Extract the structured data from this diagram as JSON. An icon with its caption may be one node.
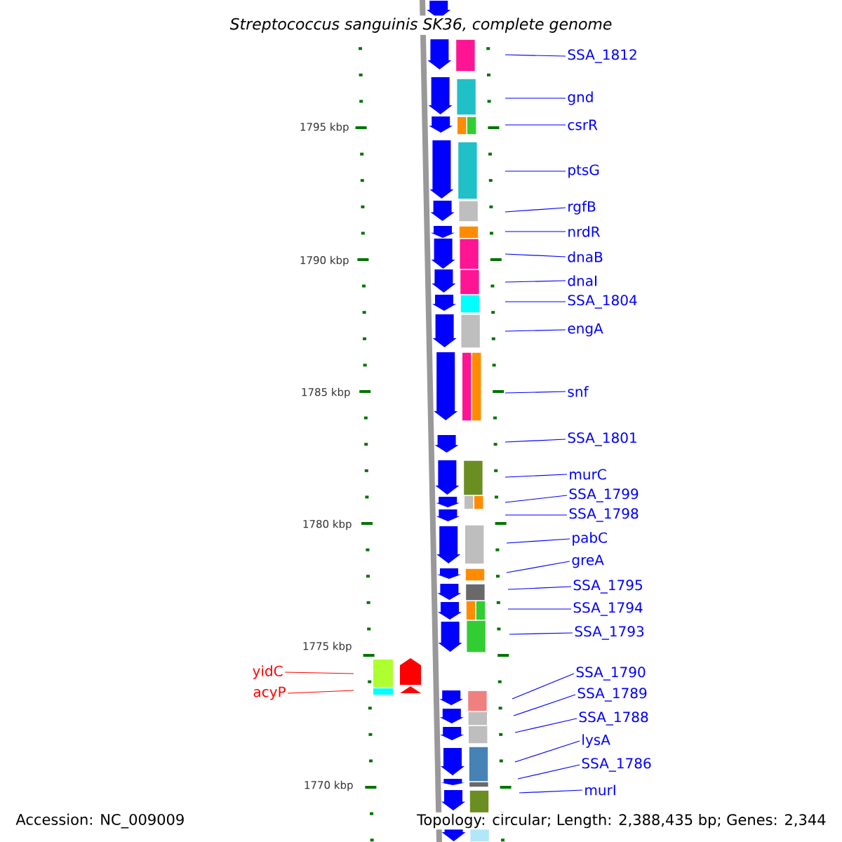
{
  "diagram": {
    "title": "Streptococcus sanguinis SK36, complete genome",
    "nodes": [
      {
        "text": [
          "SSA_1812"
        ]
      },
      {
        "text": [
          "gnd"
        ]
      },
      {
        "text": [
          "csrR"
        ]
      },
      {
        "text": [
          "ptsG"
        ]
      },
      {
        "text": [
          "rgfB"
        ]
      },
      {
        "text": [
          "nrdR"
        ]
      },
      {
        "text": [
          "dnaB"
        ]
      },
      {
        "text": [
          "dnaI"
        ]
      },
      {
        "text": [
          "SSA_1804"
        ]
      },
      {
        "text": [
          "engA"
        ]
      },
      {
        "text": [
          "snf"
        ]
      },
      {
        "text": [
          "SSA_1801"
        ]
      },
      {
        "text": [
          "murC"
        ]
      },
      {
        "text": [
          "SSA_1799"
        ]
      },
      {
        "text": [
          "SSA_1798"
        ]
      },
      {
        "text": [
          "pabC"
        ]
      },
      {
        "text": [
          "greA"
        ]
      },
      {
        "text": [
          "SSA_1795"
        ]
      },
      {
        "text": [
          "SSA_1794"
        ]
      },
      {
        "text": [
          "SSA_1793"
        ]
      },
      {
        "text": [
          "SSA_1790"
        ]
      },
      {
        "text": [
          "SSA_1789"
        ]
      },
      {
        "text": [
          "SSA_1788"
        ]
      },
      {
        "text": [
          "lysA"
        ]
      },
      {
        "text": [
          "SSA_1786"
        ]
      },
      {
        "text": [
          "murI"
        ]
      },
      {
        "text": [
          "yidC"
        ]
      },
      {
        "text": [
          "acyP"
        ]
      }
    ],
    "edges": [
      {
        "from": 0,
        "to": null,
        "arrow": "none"
      },
      {
        "from": 1,
        "to": null,
        "arrow": "none"
      },
      {
        "from": 2,
        "to": null,
        "arrow": "none"
      },
      {
        "from": 3,
        "to": null,
        "arrow": "none"
      },
      {
        "from": 4,
        "to": null,
        "arrow": "none"
      },
      {
        "from": 5,
        "to": null,
        "arrow": "none"
      },
      {
        "from": 6,
        "to": null,
        "arrow": "none"
      },
      {
        "from": 7,
        "to": null,
        "arrow": "none"
      },
      {
        "from": 8,
        "to": null,
        "arrow": "none"
      },
      {
        "from": 9,
        "to": null,
        "arrow": "none"
      },
      {
        "from": 10,
        "to": null,
        "arrow": "none"
      },
      {
        "from": 11,
        "to": null,
        "arrow": "none"
      },
      {
        "from": 12,
        "to": null,
        "arrow": "none"
      },
      {
        "from": 13,
        "to": null,
        "arrow": "none"
      },
      {
        "from": 14,
        "to": null,
        "arrow": "none"
      },
      {
        "from": 15,
        "to": null,
        "arrow": "none"
      },
      {
        "from": 16,
        "to": null,
        "arrow": "none"
      },
      {
        "from": 17,
        "to": null,
        "arrow": "none"
      },
      {
        "from": 18,
        "to": null,
        "arrow": "none"
      },
      {
        "from": 19,
        "to": null,
        "arrow": "none"
      },
      {
        "from": 20,
        "to": null,
        "arrow": "none"
      },
      {
        "from": 21,
        "to": null,
        "arrow": "none"
      },
      {
        "from": 22,
        "to": null,
        "arrow": "none"
      },
      {
        "from": 23,
        "to": null,
        "arrow": "none"
      },
      {
        "from": 24,
        "to": null,
        "arrow": "none"
      },
      {
        "from": 25,
        "to": null,
        "arrow": "none"
      },
      {
        "from": 26,
        "to": null,
        "arrow": "none",
        "color": "#ff0000"
      },
      {
        "from": 27,
        "to": null,
        "arrow": "none",
        "color": "#ff0000"
      }
    ],
    "labels": [
      "1795 kbp",
      "1790 kbp",
      "1785 kbp",
      "1780 kbp",
      "1775 kbp",
      "1770 kbp",
      "Accession: NC_009009",
      "Topology: circular; Length: 2,388,435 bp; Genes: 2,344"
    ]
  }
}
